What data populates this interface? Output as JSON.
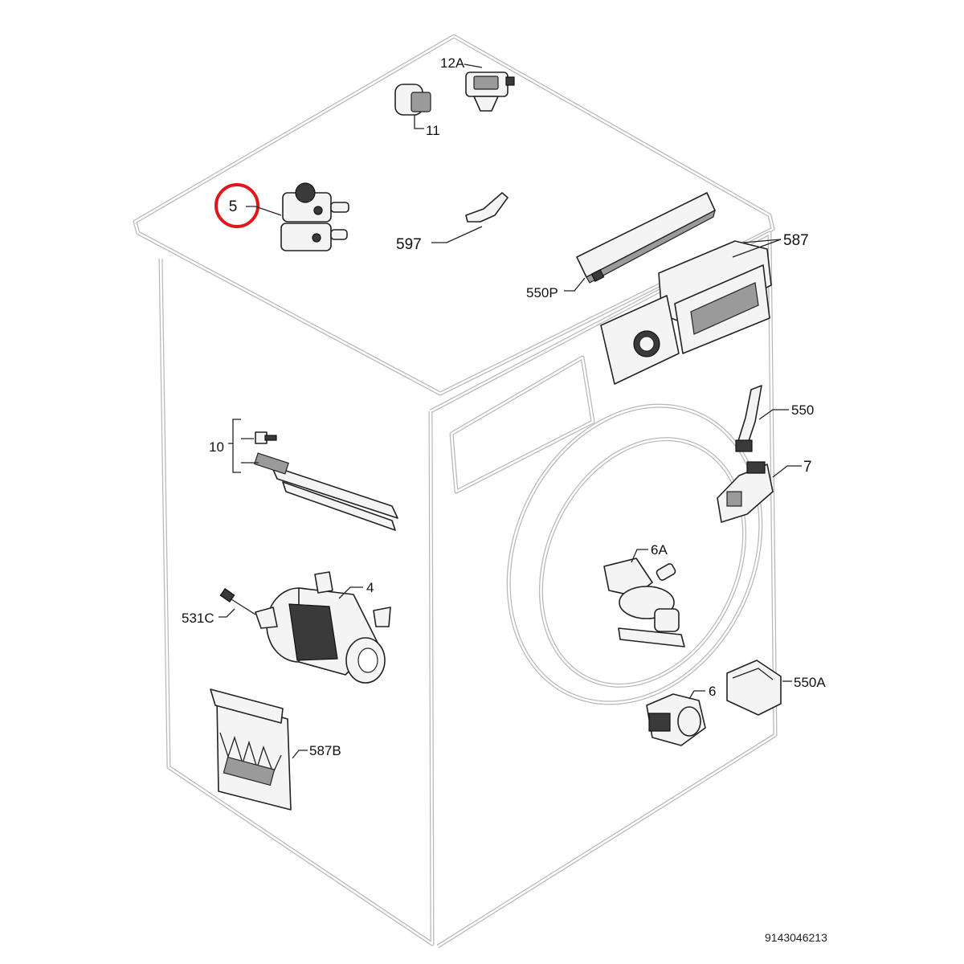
{
  "callouts": {
    "c5": "5",
    "c11": "11",
    "c12A": "12A",
    "c597": "597",
    "c587": "587",
    "c550P": "550P",
    "c550": "550",
    "c7": "7",
    "c10": "10",
    "c6A": "6A",
    "c4": "4",
    "c531C": "531C",
    "c6": "6",
    "c550A": "550A",
    "c587B": "587B"
  },
  "diagram_code": "9143046213",
  "highlight": {
    "part": "5",
    "color": "#e0161b"
  }
}
